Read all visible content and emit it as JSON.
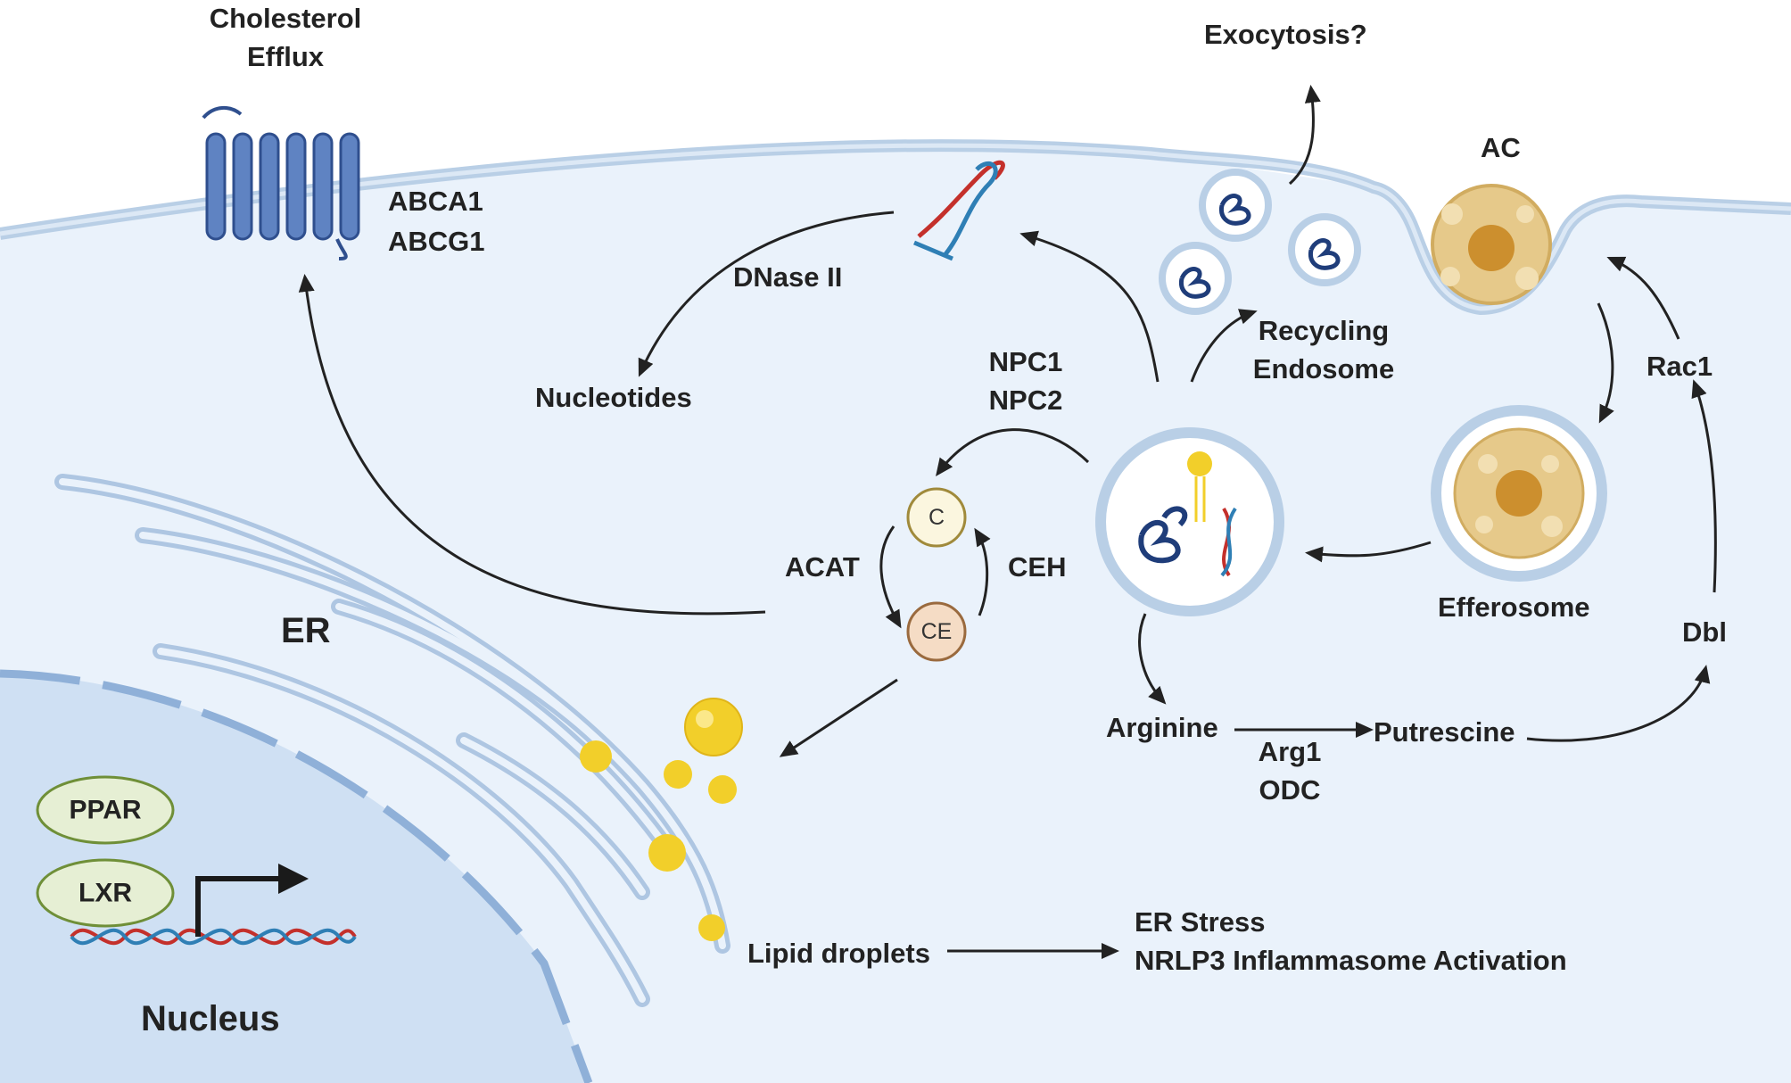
{
  "labels": {
    "cholesterol_efflux": "Cholesterol\nEfflux",
    "exocytosis": "Exocytosis?",
    "abca1": "ABCA1",
    "abcg1": "ABCG1",
    "ac": "AC",
    "dnase": "DNase II",
    "nucleotides": "Nucleotides",
    "recycling_endosome": "Recycling\nEndosome",
    "npc": "NPC1\nNPC2",
    "rac1": "Rac1",
    "acat": "ACAT",
    "ceh": "CEH",
    "c": "C",
    "ce": "CE",
    "er": "ER",
    "efferosome": "Efferosome",
    "dbl": "Dbl",
    "arginine": "Arginine",
    "putrescine": "Putrescine",
    "arg_odc": "Arg1\nODC",
    "ppar": "PPAR",
    "lxr": "LXR",
    "lipid_droplets": "Lipid droplets",
    "er_stress": "ER Stress\nNRLP3 Inflammasome Activation",
    "nucleus": "Nucleus"
  },
  "colors": {
    "cytoplasm": "#eaf2fb",
    "membrane": "#b9cfe6",
    "nucleus": "#cfe0f3",
    "transporter": "#3e63a8",
    "lipid": "#f2cf2a",
    "ac_body": "#e6c98a",
    "ac_core": "#cc8f2e",
    "dna_red": "#c4302b",
    "dna_blue": "#2f7fb5",
    "ellipse_green": "#e6efd4"
  },
  "icons": [
    "transporter-icon",
    "dna-icon",
    "vesicle-icon",
    "apoptotic-cell-icon",
    "efferosome-icon",
    "phagolysosome-icon",
    "lipid-droplet-icon",
    "promoter-arrow-icon"
  ]
}
